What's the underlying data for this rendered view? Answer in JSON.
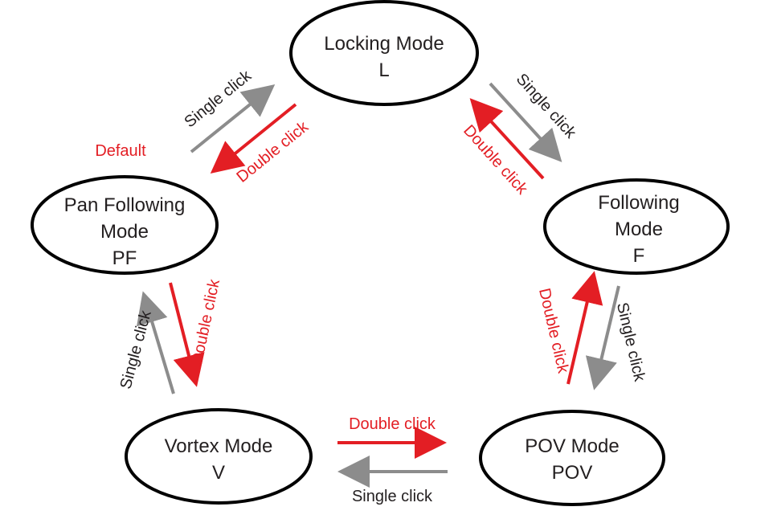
{
  "colors": {
    "single": "#8c8c8c",
    "double": "#e31e24",
    "text": "#231f20",
    "outline": "#000000"
  },
  "nodes": {
    "locking": {
      "line1": "Locking Mode",
      "line2": "L"
    },
    "pan_following": {
      "line1": "Pan Following",
      "line2": "Mode",
      "line3": "PF"
    },
    "following": {
      "line1": "Following",
      "line2": "Mode",
      "line3": "F"
    },
    "vortex": {
      "line1": "Vortex Mode",
      "line2": "V"
    },
    "pov": {
      "line1": "POV Mode",
      "line2": "POV"
    }
  },
  "labels": {
    "default": "Default",
    "pf_to_l": "Single click",
    "l_to_pf": "Double click",
    "l_to_f": "Single click",
    "f_to_l": "Double click",
    "pf_to_v": "Double click",
    "v_to_pf": "Single click",
    "f_to_pov": "Single click",
    "pov_to_f": "Double click",
    "v_to_pov": "Double click",
    "pov_to_v": "Single click"
  }
}
